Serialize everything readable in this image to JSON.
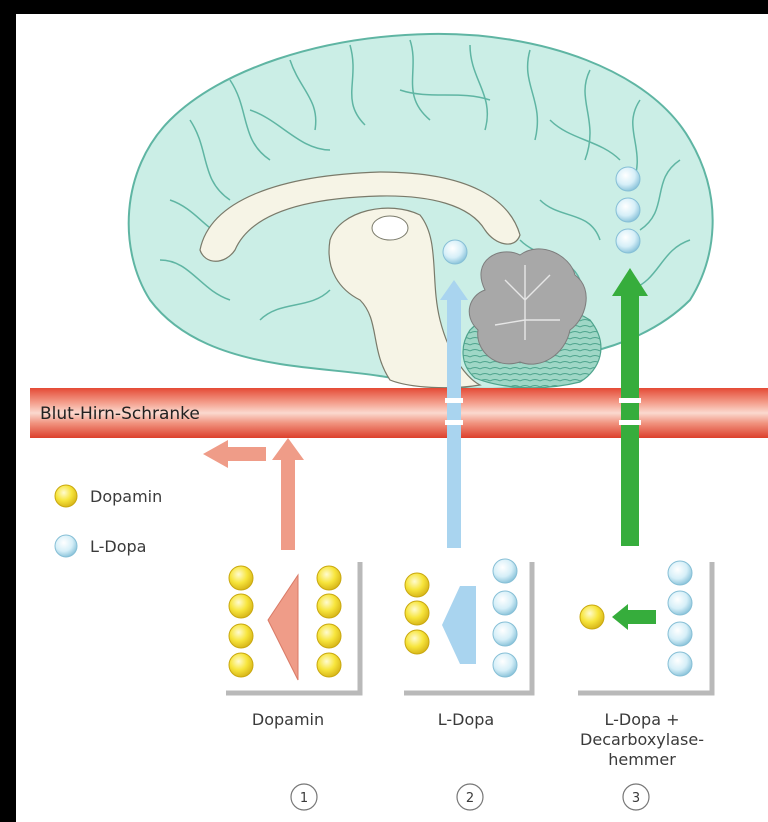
{
  "barrier_label": "Blut-Hirn-Schranke",
  "legend": [
    {
      "label": "Dopamin",
      "color": "#f5e23a"
    },
    {
      "label": "L-Dopa",
      "color": "#cfecf6"
    }
  ],
  "panels": [
    {
      "label_lines": [
        "Dopamin"
      ],
      "number": "1"
    },
    {
      "label_lines": [
        "L-Dopa"
      ],
      "number": "2"
    },
    {
      "label_lines": [
        "L-Dopa +",
        "Decarboxylase-",
        "hemmer"
      ],
      "number": "3"
    }
  ],
  "colors": {
    "brain_fill": "#cbeee6",
    "brain_lines": "#5fb5a3",
    "barrier": "#e8583f",
    "dopamine_arrow": "#ef9c88",
    "ldopa_arrow": "#a9d4ef",
    "inhibitor_arrow": "#36ad3c"
  }
}
